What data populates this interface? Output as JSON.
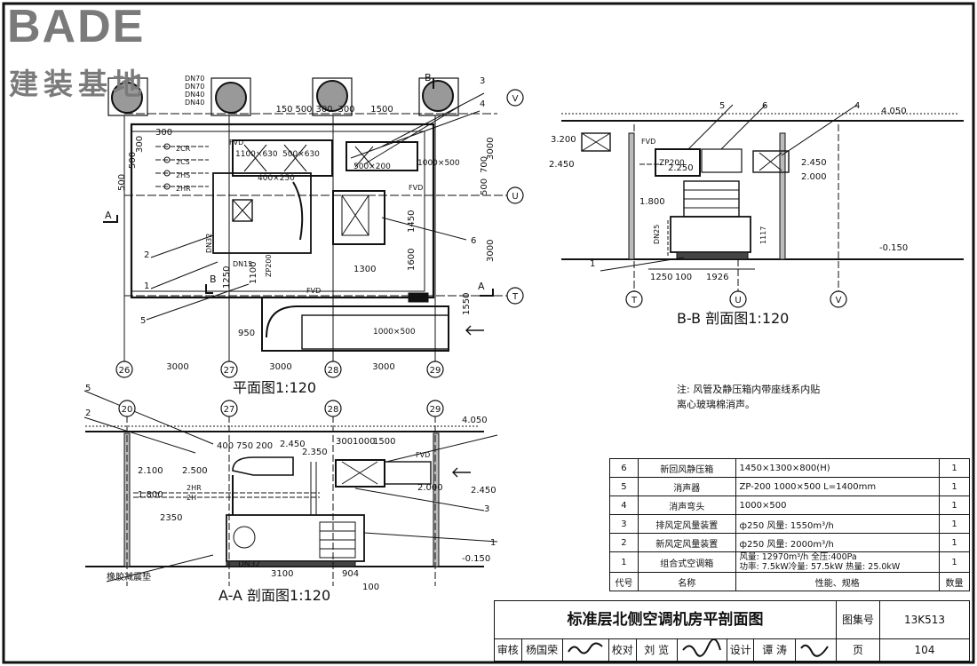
{
  "logo": {
    "top": "BADE",
    "bottom": "建装基地"
  },
  "plan": {
    "title": "平面图1:120",
    "axes": [
      "26",
      "27",
      "28",
      "29"
    ],
    "axis_dims": [
      "3000",
      "3000",
      "3000"
    ],
    "row_axes": [
      "V",
      "U",
      "T"
    ],
    "row_dims": [
      "3000",
      "3000",
      "500",
      "700",
      "1550"
    ],
    "pipes": [
      "DN70",
      "DN70",
      "DN40",
      "DN40"
    ],
    "dims_top": [
      "150",
      "500",
      "300",
      "300",
      "1500"
    ],
    "dims_inner": [
      "1100×630",
      "500×630",
      "400×250",
      "500×200",
      "1000×500",
      "1000×500"
    ],
    "dims_misc": [
      "300",
      "500",
      "500",
      "300",
      "1450",
      "1600",
      "1300",
      "950",
      "1250",
      "1100"
    ],
    "labels": [
      "FVD",
      "FVD",
      "FVD",
      "DN32",
      "DN15",
      "ZP200",
      "2CR",
      "2CS",
      "2HS",
      "2HR"
    ],
    "callouts": [
      "1",
      "2",
      "3",
      "4",
      "5",
      "6"
    ],
    "section_marks": [
      "A",
      "A",
      "B",
      "B"
    ]
  },
  "bb": {
    "title": "B-B 剖面图1:120",
    "axes": [
      "T",
      "U",
      "V"
    ],
    "dims": [
      "1250",
      "100",
      "1926"
    ],
    "levels": [
      "4.050",
      "3.200",
      "2.450",
      "2.250",
      "2.450",
      "2.000",
      "1.800",
      "-0.150"
    ],
    "labels": [
      "FVD",
      "ZP200",
      "DN25",
      "1117"
    ],
    "callouts": [
      "1",
      "4",
      "5",
      "6"
    ]
  },
  "aa": {
    "title": "A-A 剖面图1:120",
    "axes": [
      "20",
      "27",
      "28",
      "29"
    ],
    "dims": [
      "2350",
      "3100",
      "904",
      "100",
      "400",
      "750",
      "200",
      "300",
      "1000",
      "1500"
    ],
    "levels": [
      "4.050",
      "2.450",
      "2.350",
      "2.100",
      "2.500",
      "1.800",
      "2.000",
      "2.450",
      "-0.150"
    ],
    "labels": [
      "2HR",
      "2H",
      "FVD",
      "DN32"
    ],
    "callouts": [
      "1",
      "2",
      "3",
      "5"
    ],
    "pad_label": "橡胶减震垫"
  },
  "note": {
    "line1": "注: 风管及静压箱内带座线系内贴",
    "line2": "离心玻璃棉消声。"
  },
  "table": {
    "rows": [
      {
        "no": "6",
        "name": "新回风静压箱",
        "spec": "1450×1300×800(H)",
        "qty": "1"
      },
      {
        "no": "5",
        "name": "消声器",
        "spec": "ZP-200  1000×500  L=1400mm",
        "qty": "1"
      },
      {
        "no": "4",
        "name": "消声弯头",
        "spec": "1000×500",
        "qty": "1"
      },
      {
        "no": "3",
        "name": "排风定风量装置",
        "spec": "ф250 风量: 1550m³/h",
        "qty": "1"
      },
      {
        "no": "2",
        "name": "新风定风量装置",
        "spec": "ф250 风量: 2000m³/h",
        "qty": "1"
      },
      {
        "no": "1",
        "name": "组合式空调箱",
        "spec": "风量: 12970m³/h 全压:400Pa",
        "spec2": "功率: 7.5kW冷量: 57.5kW 热量: 25.0kW",
        "qty": "1"
      }
    ],
    "header": {
      "no": "代号",
      "name": "名称",
      "spec": "性能、规格",
      "qty": "数量"
    }
  },
  "titleblock": {
    "title": "标准层北侧空调机房平剖面图",
    "set_label": "图集号",
    "set_no": "13K513",
    "page_label": "页",
    "page_no": "104",
    "sig": [
      "审核",
      "杨国荣",
      "校对",
      "刘 览",
      "设计",
      "谭 涛"
    ]
  }
}
